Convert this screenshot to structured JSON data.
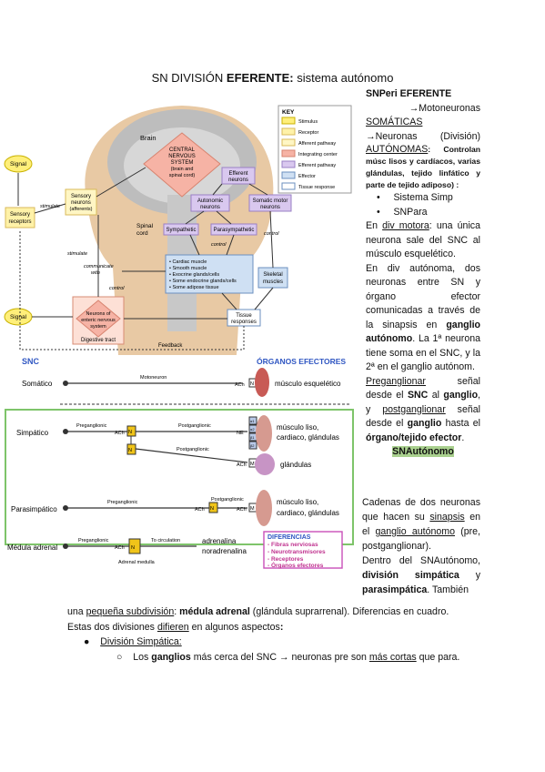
{
  "title_prefix": "SN DIVISIÓN ",
  "title_bold": "EFERENTE:",
  "title_suffix": " sistema autónomo",
  "fig1": {
    "brain": "Brain",
    "cns1": "CENTRAL",
    "cns2": "NERVOUS",
    "cns3": "SYSTEM",
    "cns4": "(brain and",
    "cns5": "spinal cord)",
    "spinal1": "Spinal",
    "spinal2": "cord",
    "efferent1": "Efferent",
    "efferent2": "neurons",
    "autonomic1": "Autonomic",
    "autonomic2": "neurons",
    "somatic1": "Somatic motor",
    "somatic2": "neurons",
    "sympathetic": "Sympathetic",
    "parasympathetic": "Parasympathetic",
    "control": "control",
    "control2": "control",
    "control3": "control",
    "signal": "Signal",
    "signal2": "Signal",
    "sensory_receptors1": "Sensory",
    "sensory_receptors2": "receptors",
    "sensory_neurons1": "Sensory",
    "sensory_neurons2": "neurons",
    "sensory_neurons3": "(afferents)",
    "stimulate": "stimulate",
    "stimulate2": "stimulate",
    "communicate1": "communicate",
    "communicate2": "with",
    "effectors": [
      "• Cardiac muscle",
      "• Smooth muscle",
      "• Exocrine glands/cells",
      "• Some endocrine glands/cells",
      "• Some adipose tissue"
    ],
    "skeletal1": "Skeletal",
    "skeletal2": "muscles",
    "tissue1": "Tissue",
    "tissue2": "responses",
    "enteric1": "Neurons of",
    "enteric2": "enteric nervous",
    "enteric3": "system",
    "digestive": "Digestive tract",
    "feedback": "Feedback",
    "key_title": "KEY",
    "key": [
      "Stimulus",
      "Receptor",
      "Afferent pathway",
      "Integrating center",
      "Efferent pathway",
      "Effector",
      "Tissue response"
    ]
  },
  "fig2": {
    "snc": "SNC",
    "organos": "ÓRGANOS EFECTORES",
    "somatico": "Somático",
    "motoneuron": "Motoneuron",
    "ach": "ACh",
    "n": "N",
    "musculo_esq": "músculo esquelético",
    "simpatico": "Simpático",
    "preganglionic": "Preganglionic",
    "postganglionic": "Postganglionic",
    "ne": "NE",
    "musculo_liso": "músculo liso,",
    "cardiaco": "cardiaco, glándulas",
    "glandulas": "glándulas",
    "receptors": [
      "α1",
      "α2",
      "β1",
      "β2"
    ],
    "m": "M",
    "parasimpatico": "Parasimpático",
    "medula": "Médula adrenal",
    "to_circ": "To circulation",
    "adrenal_medulla": "Adrenal medulla",
    "adrenalina": "adrenalina",
    "noradrenalina": "noradrenalina",
    "diferencias": "DIFERENCIAS",
    "dif_items": [
      "- Fibras nerviosas",
      "- Neurotransmisores",
      "- Receptores",
      "- Órganos efectores"
    ]
  },
  "right": {
    "l1": "SNPeri EFERENTE",
    "l2": "→Motoneuronas",
    "l3": "SOMÁTICAS",
    "l4a": "→Neuronas",
    "l4b": "(División)",
    "l5": "AUTÓNOMAS",
    "l5b": ": Controlan músc lisos y cardíacos, varias glándulas, tejido linfático y parte de tejido adiposo) :",
    "b1": "Sistema Simp",
    "b2": "SNPara",
    "p1a": "En ",
    "p1b": "div motora",
    "p1c": ": una única neurona sale del SNC al músculo esquelético.",
    "p2": "En div autónoma, dos neuronas entre SN y órgano efector comunicadas a través de la sinapsis en ",
    "p2b": "ganglio autónomo",
    "p2c": ". La 1ª neurona tiene soma en el SNC, y la 2ª en el ganglio autónom.",
    "p3a": "Preganglionar",
    "p3b": " señal desde el ",
    "p3c": "SNC",
    "p3d": " al ",
    "p3e": "ganglio",
    "p3f": ", y ",
    "p3g": "postganglionar",
    "p3h": " señal desde el ",
    "p3i": "ganglio",
    "p3j": " hasta el ",
    "p3k": "órgano/tejido efector",
    "p3l": ".",
    "hl": "SNAutónomo",
    "p4a": "Cadenas de dos neuronas que hacen su ",
    "p4b": "sinapsis",
    "p4c": " en el ",
    "p4d": "ganglio autónomo",
    "p4e": " (pre, postganglionar).",
    "p5a": "Dentro del SNAutónomo, ",
    "p5b": "división simpática",
    "p5c": " y ",
    "p5d": "parasimpática",
    "p5e": ". También"
  },
  "bottom": {
    "b1a": "una ",
    "b1b": "pequeña subdivisión",
    "b1c": ": ",
    "b1d": "médula adrenal",
    "b1e": " (glándula suprarrenal). Diferencias en cuadro.",
    "b2a": "Estas dos divisiones ",
    "b2b": "difieren",
    "b2c": " en algunos aspectos",
    "b2d": ":",
    "bullet": "●",
    "b3": "División Simpática:",
    "sub": "○",
    "b4a": "Los ",
    "b4b": "ganglios",
    "b4c": " más cerca del SNC → neuronas pre son ",
    "b4d": "más cortas",
    "b4e": " que para."
  }
}
